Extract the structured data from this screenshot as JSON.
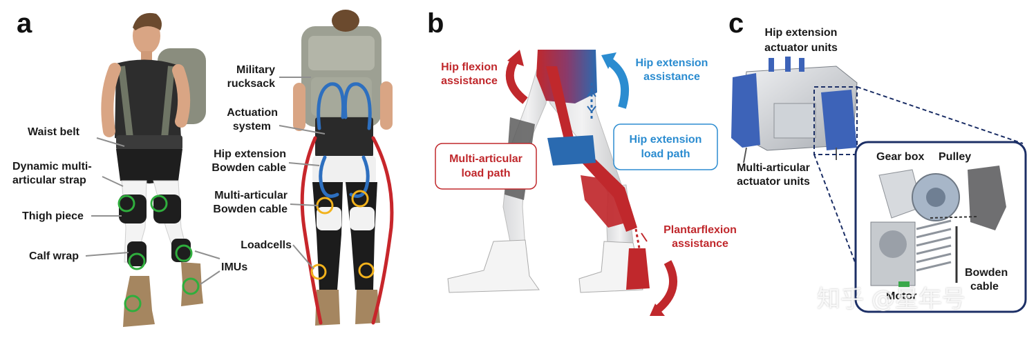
{
  "panels": {
    "a": {
      "letter": "a",
      "labels": {
        "waist_belt": "Waist belt",
        "dynamic_strap_1": "Dynamic multi-",
        "dynamic_strap_2": "articular strap",
        "thigh_piece": "Thigh piece",
        "calf_wrap": "Calf wrap",
        "military_1": "Military",
        "military_2": "rucksack",
        "actuation_1": "Actuation",
        "actuation_2": "system",
        "hip_ext_cable_1": "Hip extension",
        "hip_ext_cable_2": "Bowden cable",
        "multi_cable_1": "Multi-articular",
        "multi_cable_2": "Bowden cable",
        "loadcells": "Loadcells",
        "imus": "IMUs"
      }
    },
    "b": {
      "letter": "b",
      "labels": {
        "hip_flexion_1": "Hip flexion",
        "hip_flexion_2": "assistance",
        "hip_ext_assist_1": "Hip extension",
        "hip_ext_assist_2": "assistance",
        "multi_load_1": "Multi-articular",
        "multi_load_2": "load path",
        "hip_ext_load_1": "Hip extension",
        "hip_ext_load_2": "load path",
        "plantar_1": "Plantarflexion",
        "plantar_2": "assistance"
      },
      "colors": {
        "red": "#c0282c",
        "blue": "#2b8cd0"
      }
    },
    "c": {
      "letter": "c",
      "labels": {
        "hip_units_1": "Hip extension",
        "hip_units_2": "actuator units",
        "multi_units_1": "Multi-articular",
        "multi_units_2": "actuator units",
        "gear_box": "Gear box",
        "pulley": "Pulley",
        "motor": "Motor",
        "bowden_1": "Bowden",
        "bowden_2": "cable"
      }
    }
  },
  "watermark": "知乎 @星年号"
}
